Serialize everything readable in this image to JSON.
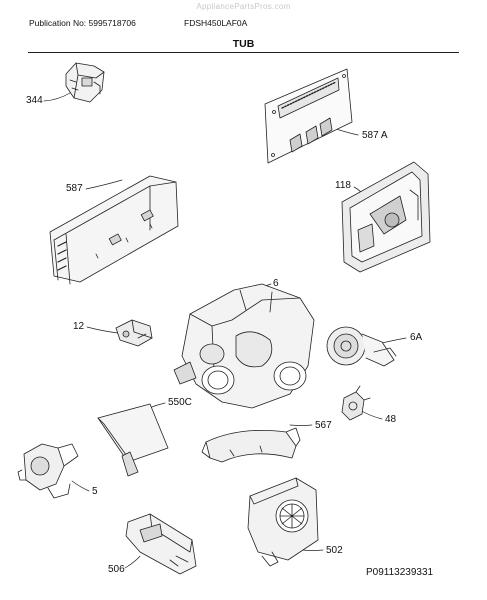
{
  "watermark": "AppliancePartsPros.com",
  "header": {
    "publication": "Publication No: 5995718706",
    "model": "FDSH450LAF0A",
    "section_title": "TUB"
  },
  "callouts": [
    "344",
    "587 A",
    "587",
    "118",
    "6",
    "12",
    "6A",
    "550C",
    "567",
    "48",
    "5",
    "506",
    "502"
  ],
  "footer": {
    "drawing_id": "P09113239331"
  }
}
